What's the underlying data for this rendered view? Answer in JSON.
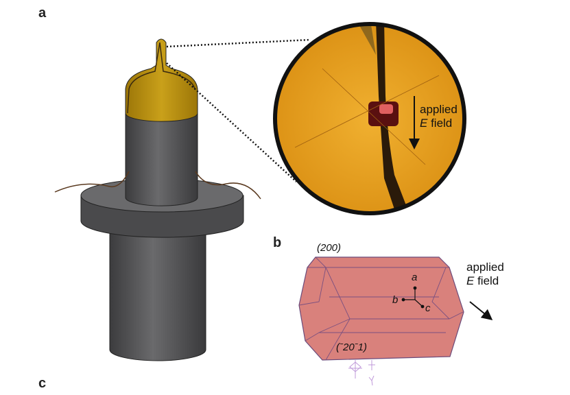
{
  "panels": {
    "a": "a",
    "b": "b",
    "c": "c"
  },
  "micrograph": {
    "label_line1": "applied",
    "label_line2_italic": "E",
    "label_line2_rest": " field"
  },
  "crystal": {
    "face_top": "(200)",
    "face_bottom": "(ˉ20ˉ1)",
    "axes": {
      "a": "a",
      "b": "b",
      "c": "c"
    },
    "field_line1": "applied",
    "field_line2_italic": "E",
    "field_line2_rest": " field",
    "fill_color": "#d9817c"
  },
  "colors": {
    "gold": "#b8900f",
    "mount": "#5a5a5c",
    "micrograph_bg": "#e8a020"
  }
}
